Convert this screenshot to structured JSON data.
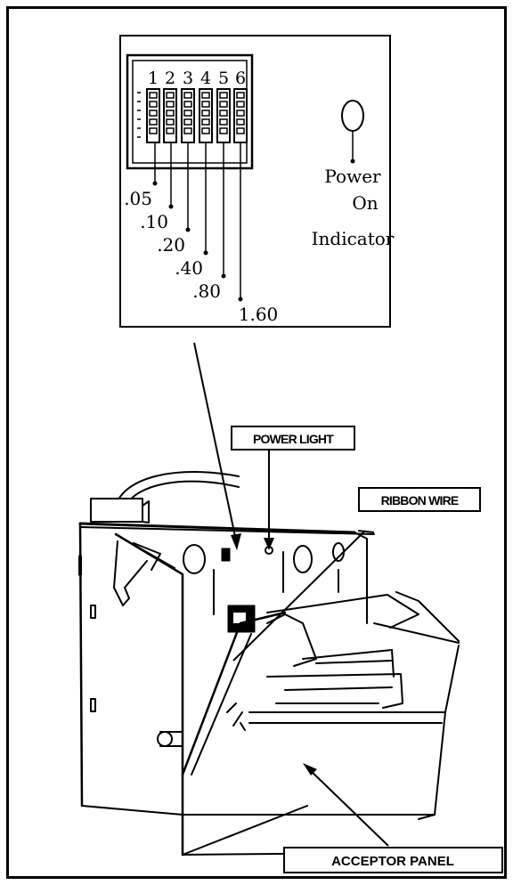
{
  "switch_numbers": [
    "1",
    "2",
    "3",
    "4",
    "5",
    "6"
  ],
  "switch_values": [
    ".05",
    ".10",
    ".20",
    ".40",
    ".80",
    "1.60"
  ],
  "power_indicator_lines": [
    "Power",
    "On",
    "Indicator"
  ],
  "callouts": {
    "power_light": "POWER LIGHT",
    "ribbon_wire": "RIBBON WIRE",
    "acceptor_panel": "ACCEPTOR PANEL"
  },
  "colors": {
    "ink": "#000000",
    "paper": "#ffffff"
  }
}
